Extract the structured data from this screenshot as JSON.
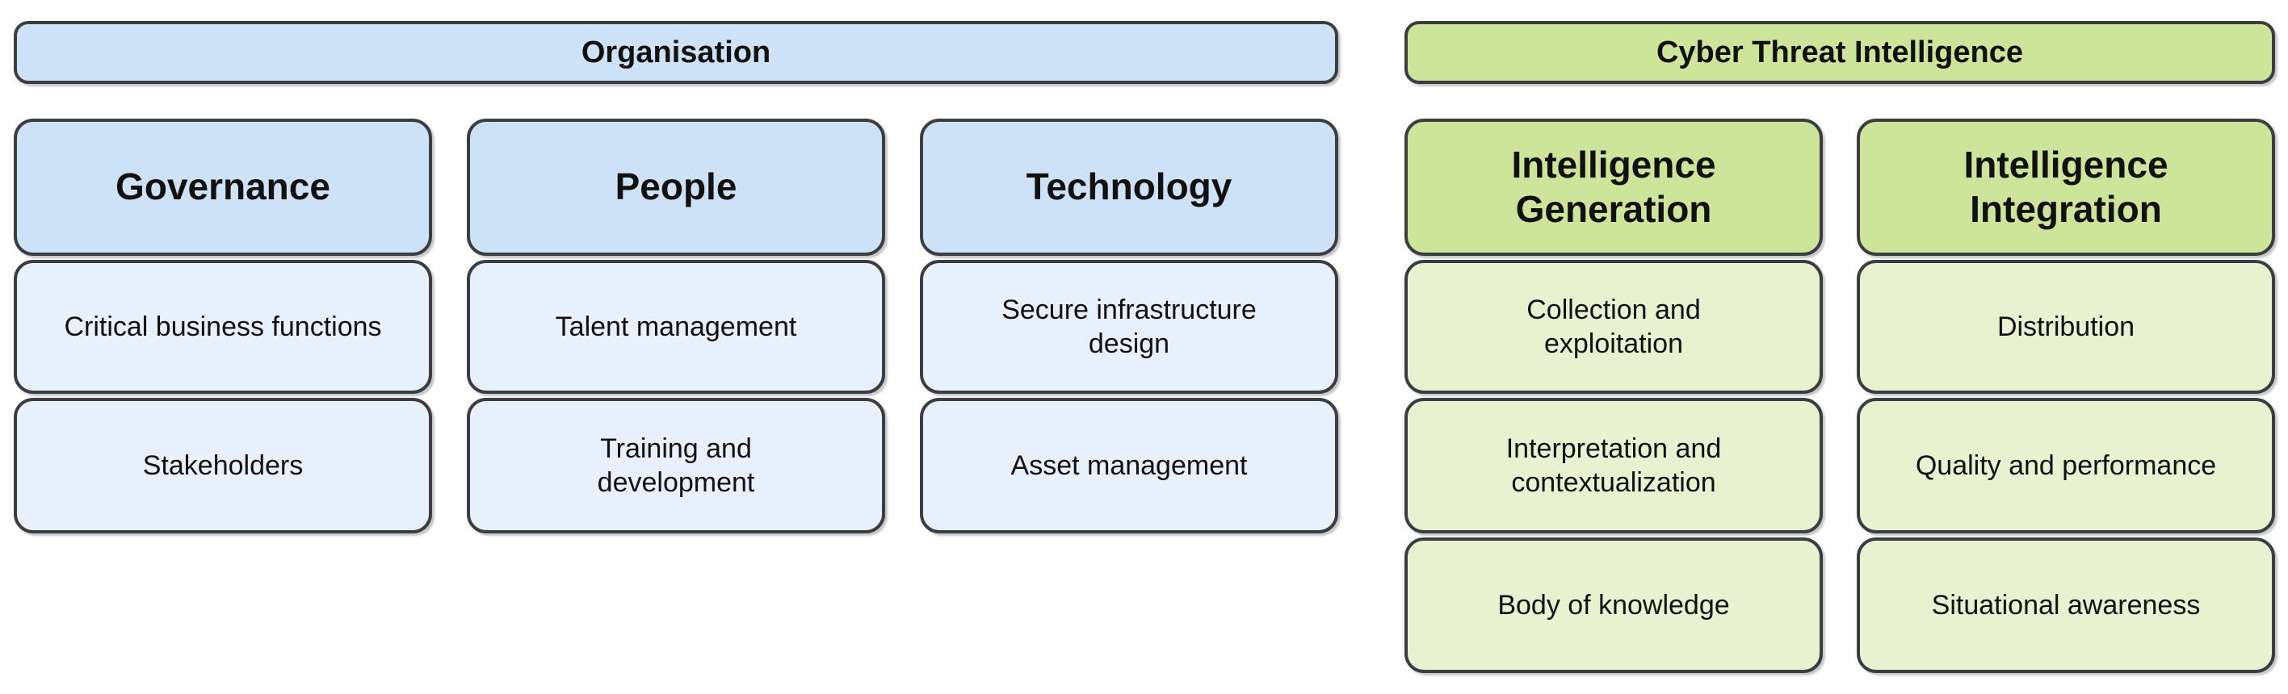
{
  "colors": {
    "blue_header": "#cde2f7",
    "blue_item": "#e8f0fc",
    "green_header": "#cfe49b",
    "green_item": "#e8f2d1",
    "border": "#3b3e41",
    "text": "#111111",
    "background": "#ffffff"
  },
  "groups": [
    {
      "title": "Organisation",
      "columns": [
        {
          "header": "Governance",
          "items": [
            "Critical business functions",
            "Stakeholders"
          ]
        },
        {
          "header": "People",
          "items": [
            "Talent management",
            "Training and\ndevelopment"
          ]
        },
        {
          "header": "Technology",
          "items": [
            "Secure infrastructure\ndesign",
            "Asset management"
          ]
        }
      ]
    },
    {
      "title": "Cyber Threat Intelligence",
      "columns": [
        {
          "header": "Intelligence\nGeneration",
          "items": [
            "Collection and\nexploitation",
            "Interpretation and\ncontextualization",
            "Body of knowledge"
          ]
        },
        {
          "header": "Intelligence\nIntegration",
          "items": [
            "Distribution",
            "Quality and performance",
            "Situational awareness"
          ]
        }
      ]
    }
  ]
}
